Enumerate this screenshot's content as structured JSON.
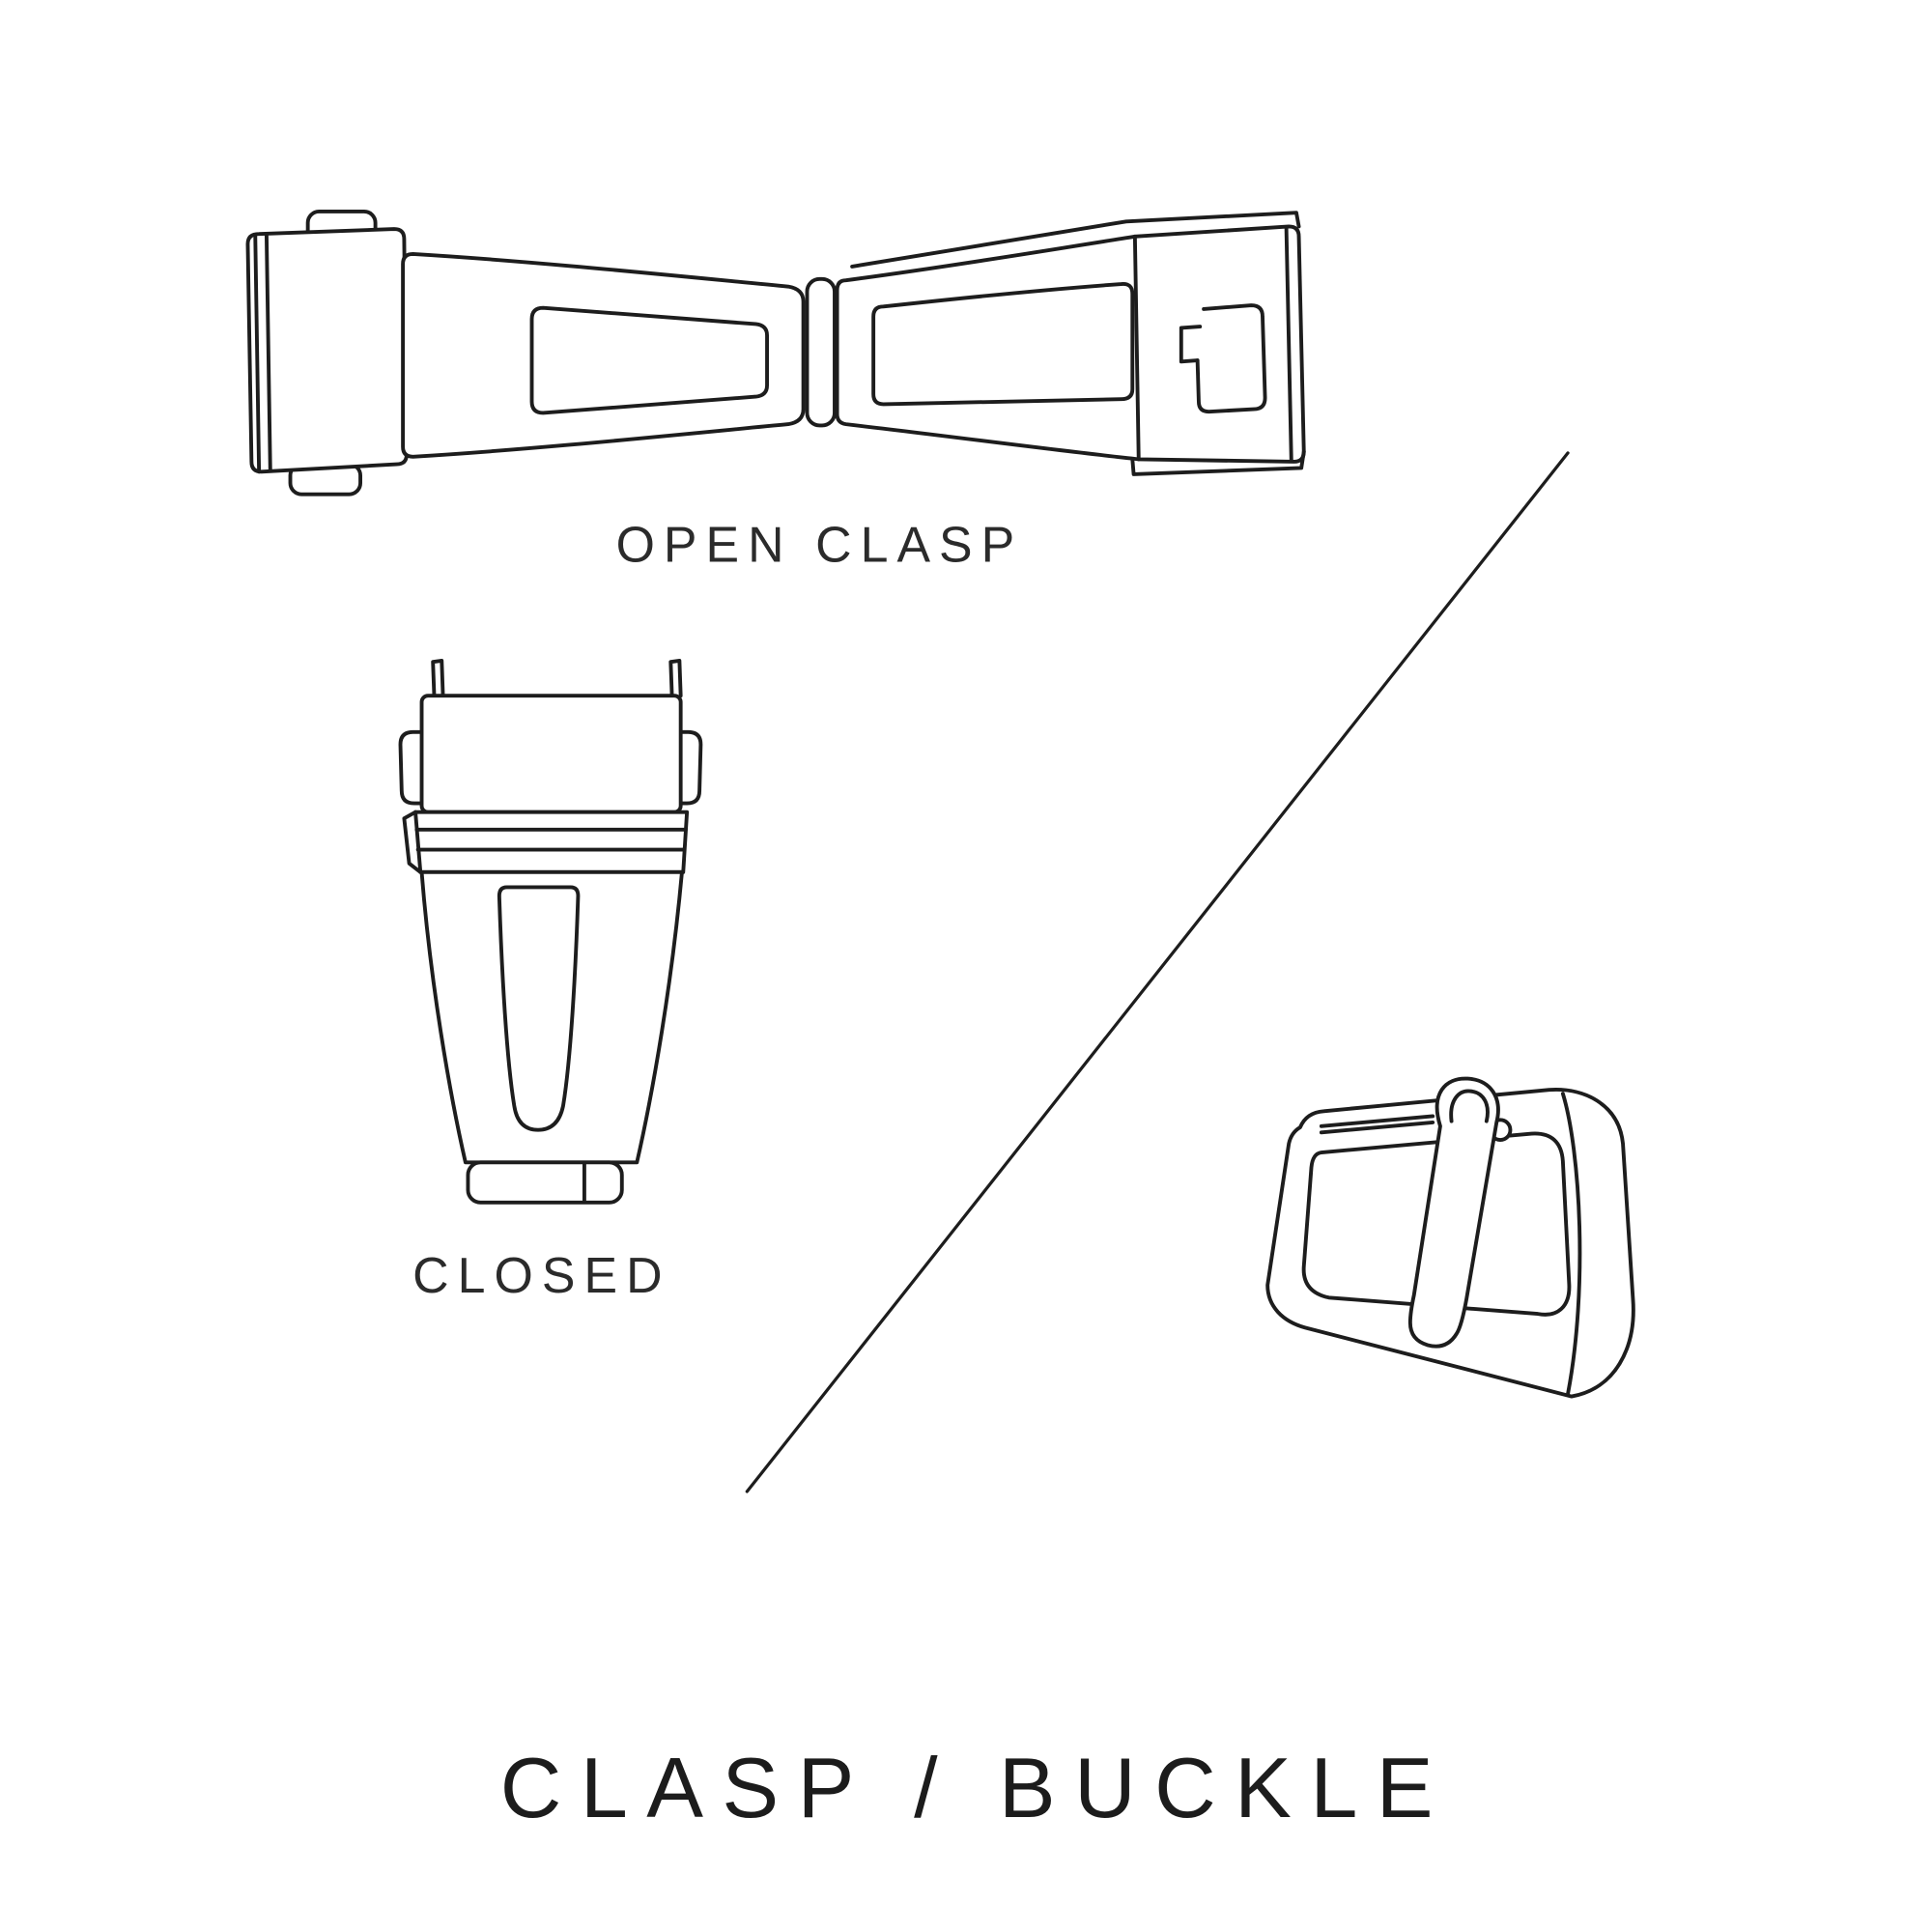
{
  "title": "CLASP / BUCKLE",
  "figures": {
    "open_clasp": {
      "label": "OPEN CLASP",
      "icon": "open-deployant-clasp-illustration"
    },
    "closed_clasp": {
      "label": "CLOSED",
      "icon": "closed-deployant-clasp-illustration"
    },
    "buckle": {
      "icon": "tang-buckle-illustration"
    }
  },
  "colors": {
    "background": "#ffffff",
    "line": "#1d1d1d",
    "text": "#2b2b2b"
  }
}
